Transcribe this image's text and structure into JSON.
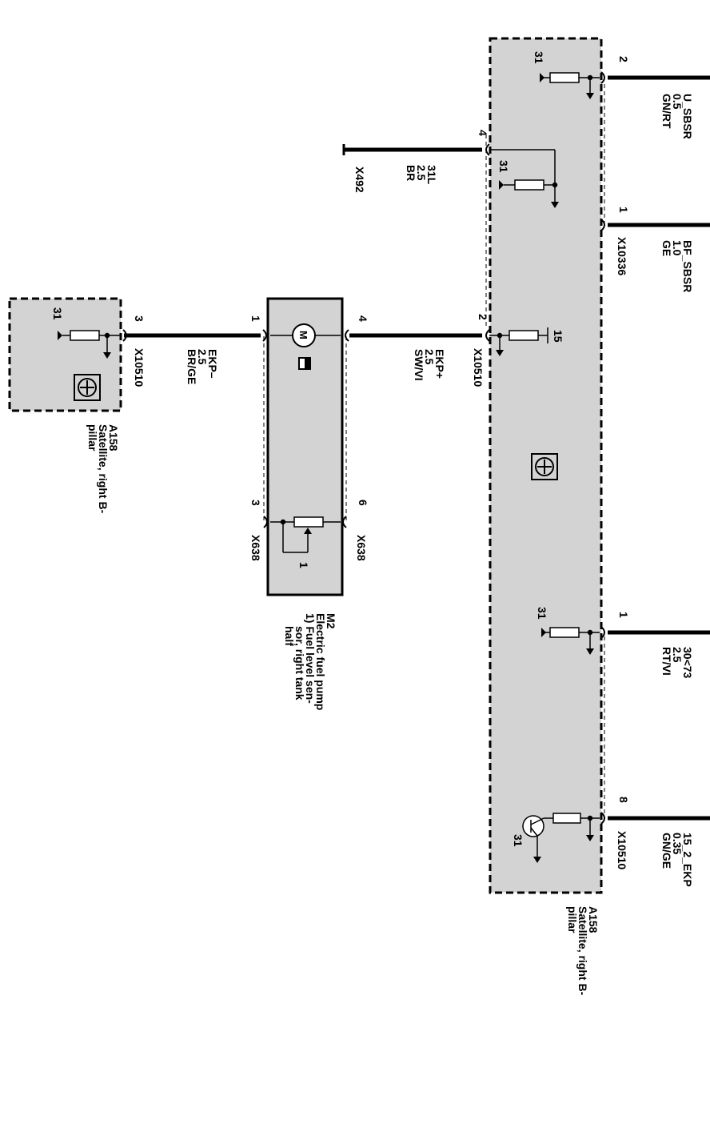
{
  "colors": {
    "module_fill": "#d3d3d3",
    "wire": "#000000",
    "background": "#ffffff"
  },
  "modules": {
    "a158_main": {
      "id": "A158",
      "name": "Satellite, right B-",
      "name2": "pillar"
    },
    "a158_small": {
      "id": "A158",
      "name": "Satellite, right B-",
      "name2": "pillar"
    },
    "m2": {
      "id": "M2",
      "desc1": "Electric fuel pump",
      "desc2": "1) Fuel level sen-",
      "desc3": "sor, right tank",
      "desc4": "half"
    }
  },
  "connectors": {
    "x10336": "X10336",
    "x10510_top": "X10510",
    "x10510_right": "X10510",
    "x10510_left": "X10510",
    "x492": "X492",
    "x638_a": "X638",
    "x638_b": "X638"
  },
  "wires": {
    "u_sbsr": {
      "name": "U_SBSR",
      "size": "0.5",
      "color": "GN/RT"
    },
    "bf_sbsr": {
      "name": "BF_SBSR",
      "size": "1.0",
      "color": "GE"
    },
    "w30": {
      "name": "30<73",
      "size": "2.5",
      "color": "RT/VI"
    },
    "w15": {
      "name": "15_2_EKP",
      "size": "0.35",
      "color": "GN/GE"
    },
    "w31l": {
      "name": "31L",
      "size": "2.5",
      "color": "BR"
    },
    "ekp_plus": {
      "name": "EKP+",
      "size": "2.5",
      "color": "SW/VI"
    },
    "ekp_minus": {
      "name": "EKP–",
      "size": "2.5",
      "color": "BR/GE"
    }
  },
  "pins": {
    "p2_top": "2",
    "p1_top": "1",
    "p1_mid": "1",
    "p8": "8",
    "p4_x492": "4",
    "p2_ekp": "2",
    "p4_m2": "4",
    "p1_m2": "1",
    "p3_a158": "3",
    "p3_x638": "3",
    "p6_x638": "6",
    "p1_pot": "1"
  },
  "ground_labels": {
    "g31_a": "31",
    "g31_b": "31",
    "g31_c": "31",
    "g31_d": "31",
    "g31_e": "31"
  },
  "terminal_labels": {
    "t15": "15"
  },
  "motor_label": "M"
}
